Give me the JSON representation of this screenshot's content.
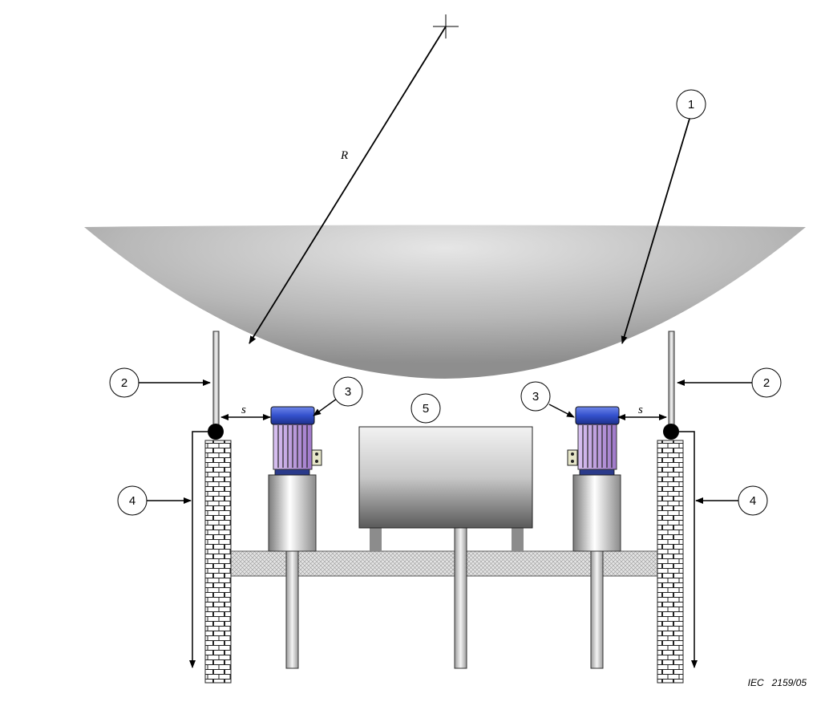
{
  "diagram": {
    "radius_label": "R",
    "spacing_label_left": "s",
    "spacing_label_right": "s",
    "callouts": {
      "c1": "1",
      "c2_left": "2",
      "c2_right": "2",
      "c3_left": "3",
      "c3_right": "3",
      "c4_left": "4",
      "c4_right": "4",
      "c5": "5"
    },
    "reference": "IEC   2159/05"
  },
  "colors": {
    "dish": "#b4b4b4",
    "motor_cap": "#3355cc",
    "motor_body": "#c8a8e8",
    "brick": "#ffffff",
    "slab": "#d8d8d8"
  }
}
